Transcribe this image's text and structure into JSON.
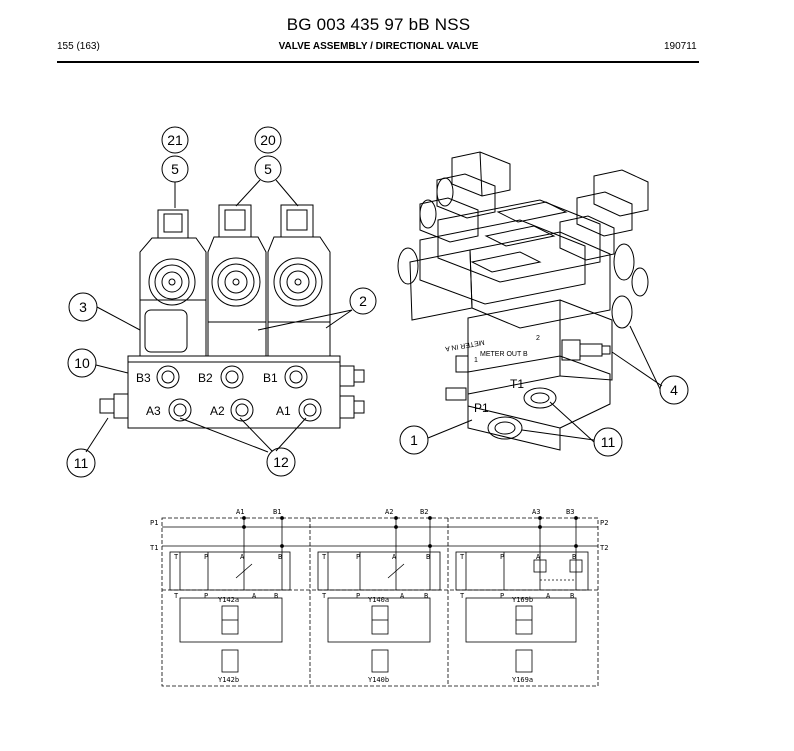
{
  "header": {
    "doc_id": "BG 003 435 97 bB NSS",
    "page": "155 (163)",
    "title": "VALVE ASSEMBLY / DIRECTIONAL VALVE",
    "date_code": "190711"
  },
  "front_view": {
    "port_labels": {
      "b3": "B3",
      "b2": "B2",
      "b1": "B1",
      "a3": "A3",
      "a2": "A2",
      "a1": "A1"
    },
    "balloons": {
      "b21": "21",
      "b20": "20",
      "b5a": "5",
      "b5b": "5",
      "b3": "3",
      "b2": "2",
      "b10": "10",
      "b11": "11",
      "b12": "12"
    }
  },
  "iso_view": {
    "texts": {
      "meter_in": "METER IN A",
      "meter_out": "METER OUT B",
      "num2": "2",
      "num1": "1",
      "t1": "T1",
      "p1": "P1"
    },
    "balloons": {
      "b1": "1",
      "b4": "4",
      "b11": "11"
    }
  },
  "schematic": {
    "lines": {
      "p1": "P1",
      "t1": "T1",
      "p2": "P2",
      "t2": "T2"
    },
    "sections": [
      {
        "top_a": "A1",
        "top_b": "B1",
        "t": "T",
        "p": "P",
        "a": "A",
        "b": "B",
        "t_low": "T",
        "p_low": "P",
        "a_low": "A",
        "b_low": "B",
        "sol_top": "Y142a",
        "sol_bot": "Y142b"
      },
      {
        "top_a": "A2",
        "top_b": "B2",
        "t": "T",
        "p": "P",
        "a": "A",
        "b": "B",
        "t_low": "T",
        "p_low": "P",
        "a_low": "A",
        "b_low": "B",
        "sol_top": "Y140a",
        "sol_bot": "Y140b"
      },
      {
        "top_a": "A3",
        "top_b": "B3",
        "t": "T",
        "p": "P",
        "a": "A",
        "b": "B",
        "t_low": "T",
        "p_low": "P",
        "a_low": "A",
        "b_low": "B",
        "sol_top": "Y169b",
        "sol_bot": "Y169a"
      }
    ]
  }
}
